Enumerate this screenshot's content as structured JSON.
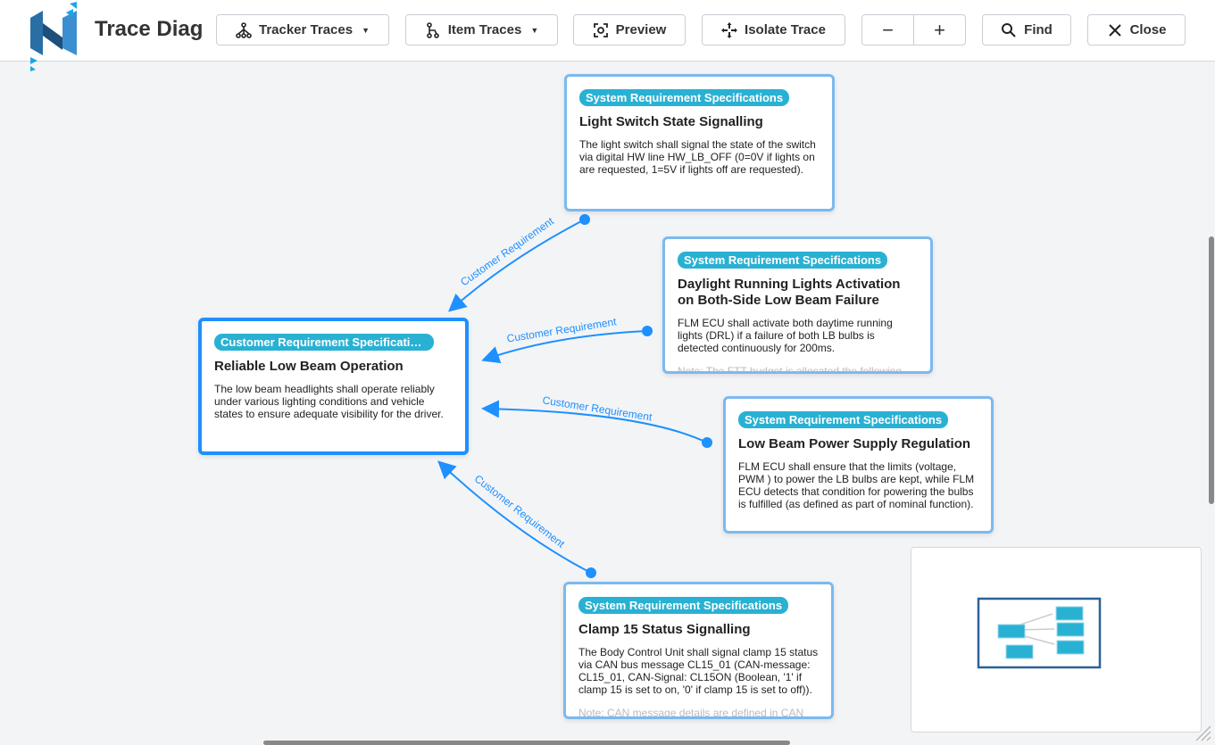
{
  "header": {
    "title": "Trace Diag",
    "buttons": {
      "tracker_traces": "Tracker Traces",
      "item_traces": "Item Traces",
      "preview": "Preview",
      "isolate_trace": "Isolate Trace",
      "zoom_out": "−",
      "zoom_in": "+",
      "find": "Find",
      "close": "Close"
    }
  },
  "colors": {
    "accent": "#1e90ff",
    "badge": "#29b1d3",
    "node_border": "#7cb9ef",
    "logo": "#2a6ea6"
  },
  "nodes": [
    {
      "badge": "Customer Requirement Specifications",
      "title": "Reliable Low Beam Operation",
      "description": "The low beam headlights shall operate reliably under various lighting conditions and vehicle states to ensure adequate visibility for the driver.",
      "note": ""
    },
    {
      "badge": "System Requirement Specifications",
      "title": "Light Switch State Signalling",
      "description": "The light switch shall signal the state of the switch via digital HW line HW_LB_OFF (0=0V if lights on are requested, 1=5V if lights off are requested).",
      "note": ""
    },
    {
      "badge": "System Requirement Specifications",
      "title": "Daylight Running Lights Activation on Both-Side Low Beam Failure",
      "description": "FLM ECU shall activate both daytime running lights (DRL) if a failure of both LB bulbs is detected continuously for 200ms.",
      "note": "Note: The FTT budget is allocated the following"
    },
    {
      "badge": "System Requirement Specifications",
      "title": "Low Beam Power Supply Regulation",
      "description": "FLM ECU shall ensure that the limits (voltage, PWM ) to power the LB bulbs are kept, while FLM ECU detects that condition for powering the bulbs is fulfilled (as defined as part of nominal function).",
      "note": ""
    },
    {
      "badge": "System Requirement Specifications",
      "title": "Clamp 15 Status Signalling",
      "description": "The Body Control Unit shall signal clamp 15 status via CAN bus message CL15_01 (CAN-message: CL15_01, CAN-Signal: CL15ON (Boolean, '1' if clamp 15 is set to on, '0' if clamp 15 is set to off)).",
      "note": "Note: CAN message details are defined in CAN"
    }
  ],
  "edges": [
    {
      "label": "Customer Requirement"
    },
    {
      "label": "Customer Requirement"
    },
    {
      "label": "Customer Requirement"
    },
    {
      "label": "Customer Requirement"
    }
  ]
}
